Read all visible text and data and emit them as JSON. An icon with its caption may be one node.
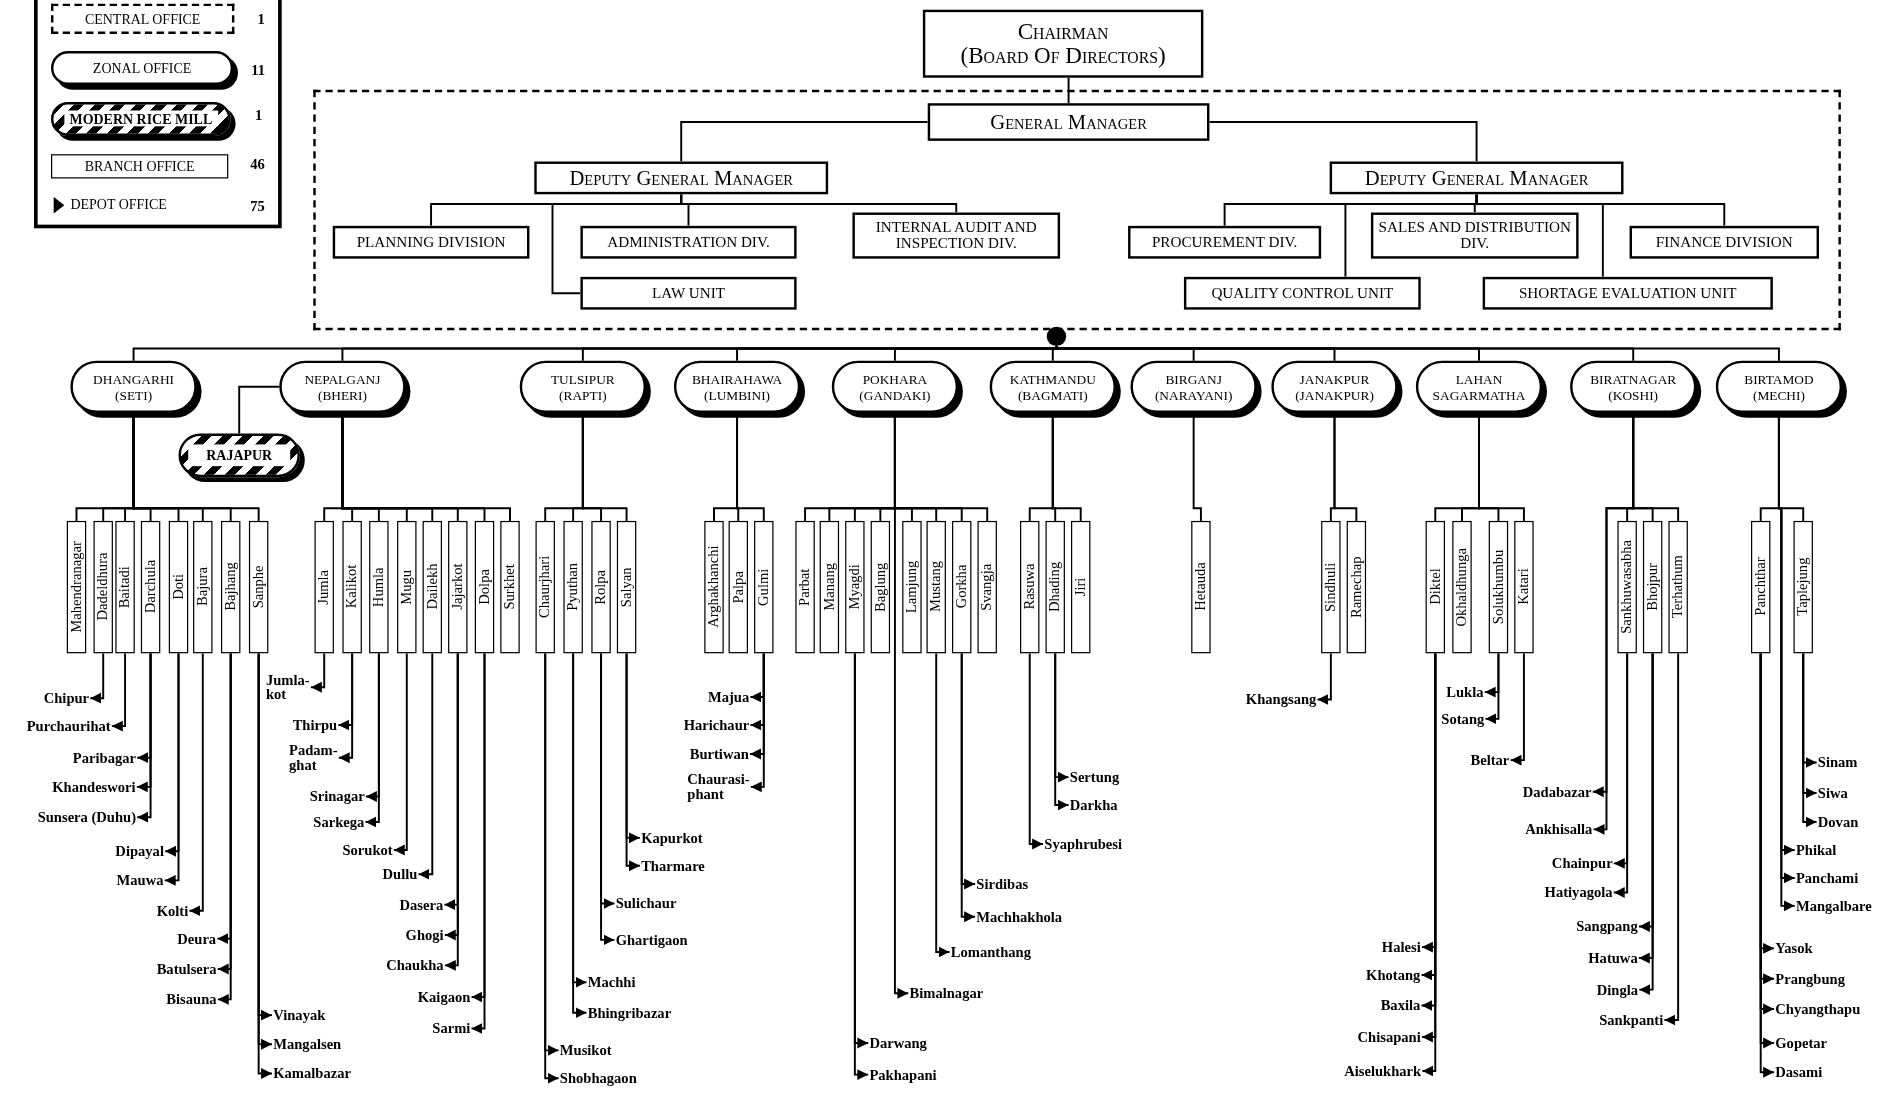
{
  "diagram": {
    "nodes": [
      {
        "text": [
          "Chairman",
          "(Board Of Directors)"
        ]
      },
      {
        "text": [],
        "shape": "box"
      },
      {
        "text": [
          "General Manager"
        ],
        "in": 1
      },
      {
        "text": [
          "Deputy General Manager"
        ],
        "in": 1
      },
      {
        "text": [
          "Deputy General Manager"
        ],
        "in": 1
      },
      {
        "text": [
          "PLANNING DIVISION"
        ],
        "in": 1
      },
      {
        "text": [
          "ADMINISTRATION DIV."
        ],
        "in": 1
      },
      {
        "text": [
          "INTERNAL AUDIT AND INSPECTION DIV."
        ],
        "in": 1
      },
      {
        "text": [
          "LAW UNIT"
        ],
        "in": 1
      },
      {
        "text": [
          "PROCUREMENT DIV."
        ],
        "in": 1
      },
      {
        "text": [
          "SALES AND DISTRIBUTION DIV."
        ],
        "in": 1
      },
      {
        "text": [
          "FINANCE DIVISION"
        ],
        "in": 1
      },
      {
        "text": [
          "QUALITY CONTROL UNIT"
        ],
        "in": 1
      },
      {
        "text": [
          "SHORTAGE EVALUATION UNIT"
        ],
        "in": 1
      },
      {
        "text": [],
        "shape": "circle"
      },
      {
        "text": [
          "DHANGARHI (SETI)"
        ]
      },
      {
        "text": [
          "NEPALGANJ (BHERI)"
        ]
      },
      {
        "text": [
          "TULSIPUR (RAPTI)"
        ]
      },
      {
        "text": [
          "BHAIRAHAWA (LUMBINI)"
        ]
      },
      {
        "text": [
          "POKHARA (GANDAKI)"
        ]
      },
      {
        "text": [
          "KATHMANDU (BAGMATI)"
        ]
      },
      {
        "text": [
          "BIRGANJ (NARAYANI)"
        ]
      },
      {
        "text": [
          "JANAKPUR (JANAKPUR)"
        ]
      },
      {
        "text": [
          "LAHAN SAGARMATHA"
        ]
      },
      {
        "text": [
          "BIRATNAGAR (KOSHI)"
        ]
      },
      {
        "text": [
          "BIRTAMOD (MECHI)"
        ]
      },
      {
        "text": [
          "RAJAPUR"
        ]
      },
      {
        "text": [
          "Mahendranagar"
        ]
      },
      {
        "text": [
          "Dadeldhura"
        ]
      },
      {
        "text": [
          "Baitadi"
        ]
      },
      {
        "text": [
          "Darchula"
        ]
      },
      {
        "text": [
          "Doti"
        ]
      },
      {
        "text": [
          "Bajura"
        ]
      },
      {
        "text": [
          "Bajhang"
        ]
      },
      {
        "text": [
          "Sanphe"
        ]
      },
      {
        "text": [
          "Jumla"
        ]
      },
      {
        "text": [
          "Kalikot"
        ]
      },
      {
        "text": [
          "Humla"
        ]
      },
      {
        "text": [
          "Mugu"
        ]
      },
      {
        "text": [
          "Dailekh"
        ]
      },
      {
        "text": [
          "Jajarkot"
        ]
      },
      {
        "text": [
          "Dolpa"
        ]
      },
      {
        "text": [
          "Surkhet"
        ]
      },
      {
        "text": [
          "Chaurjhari"
        ]
      },
      {
        "text": [
          "Pyuthan"
        ]
      },
      {
        "text": [
          "Rolpa"
        ]
      },
      {
        "text": [
          "Salyan"
        ]
      },
      {
        "text": [
          "Arghakhanchi"
        ]
      },
      {
        "text": [
          "Palpa"
        ]
      },
      {
        "text": [
          "Gulmi"
        ]
      },
      {
        "text": [
          "Parbat"
        ]
      },
      {
        "text": [
          "Manang"
        ]
      },
      {
        "text": [
          "Myagdi"
        ]
      },
      {
        "text": [
          "Baglung"
        ]
      },
      {
        "text": [
          "Lamjung"
        ]
      },
      {
        "text": [
          "Mustang"
        ]
      },
      {
        "text": [
          "Gorkha"
        ]
      },
      {
        "text": [
          "Svangja"
        ]
      },
      {
        "text": [
          "Rasuwa"
        ]
      },
      {
        "text": [
          "Dhading"
        ]
      },
      {
        "text": [
          "Jiri"
        ]
      },
      {
        "text": [
          "Hetauda"
        ]
      },
      {
        "text": [
          "Sindhuli"
        ]
      },
      {
        "text": [
          "Ramechap"
        ]
      },
      {
        "text": [
          "Diktel"
        ]
      },
      {
        "text": [
          "Okhaldhunga"
        ]
      },
      {
        "text": [
          "Solukhumbu"
        ]
      },
      {
        "text": [
          "Katari"
        ]
      },
      {
        "text": [
          "Sankhuwasabha"
        ]
      },
      {
        "text": [
          "Bhojpur"
        ]
      },
      {
        "text": [
          "Terhathum"
        ]
      },
      {
        "text": [
          "Panchthar"
        ]
      },
      {
        "text": [
          "Taplejung"
        ]
      },
      {
        "text": [
          "Chipur"
        ]
      },
      {
        "text": [
          "Purchaurihat"
        ]
      },
      {
        "text": [
          "Paribagar"
        ]
      },
      {
        "text": [
          "Khandeswori"
        ]
      },
      {
        "text": [
          "Sunsera (Duhu)"
        ]
      },
      {
        "text": [
          "Dipayal"
        ]
      },
      {
        "text": [
          "Mauwa"
        ]
      },
      {
        "text": [
          "Kolti"
        ]
      },
      {
        "text": [
          "Deura"
        ]
      },
      {
        "text": [
          "Batulsera"
        ]
      },
      {
        "text": [
          "Bisauna"
        ]
      },
      {
        "text": [
          "Vinayak"
        ]
      },
      {
        "text": [
          "Mangalsen"
        ]
      },
      {
        "text": [
          "Kamalbazar"
        ]
      },
      {
        "text": [
          "Jumla-kot"
        ]
      },
      {
        "text": [
          "Thirpu"
        ]
      },
      {
        "text": [
          "Padam-ghat"
        ]
      },
      {
        "text": [
          "Srinagar"
        ]
      },
      {
        "text": [
          "Sarkega"
        ]
      },
      {
        "text": [
          "Sorukot"
        ]
      },
      {
        "text": [
          "Dullu"
        ]
      },
      {
        "text": [
          "Dasera"
        ]
      },
      {
        "text": [
          "Ghogi"
        ]
      },
      {
        "text": [
          "Chaukha"
        ]
      },
      {
        "text": [
          "Kaigaon"
        ]
      },
      {
        "text": [
          "Sarmi"
        ]
      },
      {
        "text": [
          "Musikot"
        ]
      },
      {
        "text": [
          "Shobhagaon"
        ]
      },
      {
        "text": [
          "Machhi"
        ]
      },
      {
        "text": [
          "Bhingribazar"
        ]
      },
      {
        "text": [
          "Sulichaur"
        ]
      },
      {
        "text": [
          "Ghartigaon"
        ]
      },
      {
        "text": [
          "Kapurkot"
        ]
      },
      {
        "text": [
          "Tharmare"
        ]
      },
      {
        "text": [
          "Majua"
        ]
      },
      {
        "text": [
          "Harichaur"
        ]
      },
      {
        "text": [
          "Burtiwan"
        ]
      },
      {
        "text": [
          "Chaurasi-phant"
        ]
      },
      {
        "text": [
          "Darwang"
        ]
      },
      {
        "text": [
          "Pakhapani"
        ]
      },
      {
        "text": [
          "Bimalnagar"
        ]
      },
      {
        "text": [
          "Lomanthang"
        ]
      },
      {
        "text": [
          "Sirdibas"
        ]
      },
      {
        "text": [
          "Machhakhola"
        ]
      },
      {
        "text": [
          "Syaphrubesi"
        ]
      },
      {
        "text": [
          "Sertung"
        ]
      },
      {
        "text": [
          "Darkha"
        ]
      },
      {
        "text": [
          "Khangsang"
        ]
      },
      {
        "text": [
          "Halesi"
        ]
      },
      {
        "text": [
          "Khotang"
        ]
      },
      {
        "text": [
          "Baxila"
        ]
      },
      {
        "text": [
          "Chisapani"
        ]
      },
      {
        "text": [
          "Aiselukhark"
        ]
      },
      {
        "text": [
          "Lukla"
        ]
      },
      {
        "text": [
          "Sotang"
        ]
      },
      {
        "text": [
          "Beltar"
        ]
      },
      {
        "text": [
          "Dadabazar"
        ]
      },
      {
        "text": [
          "Ankhisalla"
        ]
      },
      {
        "text": [
          "Chainpur"
        ]
      },
      {
        "text": [
          "Hatiyagola"
        ]
      },
      {
        "text": [
          "Sangpang"
        ]
      },
      {
        "text": [
          "Hatuwa"
        ]
      },
      {
        "text": [
          "Dingla"
        ]
      },
      {
        "text": [
          "Sankpanti"
        ]
      },
      {
        "text": [
          "Yasok"
        ]
      },
      {
        "text": [
          "Prangbung"
        ]
      },
      {
        "text": [
          "Chyangthapu"
        ]
      },
      {
        "text": [
          "Gopetar"
        ]
      },
      {
        "text": [
          "Dasami"
        ]
      },
      {
        "text": [
          "Phikal"
        ]
      },
      {
        "text": [
          "Panchami"
        ]
      },
      {
        "text": [
          "Mangalbare"
        ]
      },
      {
        "text": [
          "Sinam"
        ]
      },
      {
        "text": [
          "Siwa"
        ]
      },
      {
        "text": [
          "Dovan"
        ]
      }
    ],
    "edges": [
      {
        "from": 0,
        "to": 2,
        "arrow": "none"
      },
      {
        "from": 2,
        "to": 3,
        "arrow": "none"
      },
      {
        "from": 2,
        "to": 4,
        "arrow": "none"
      },
      {
        "from": 3,
        "to": 5,
        "arrow": "none"
      },
      {
        "from": 3,
        "to": 6,
        "arrow": "none"
      },
      {
        "from": 3,
        "to": 7,
        "arrow": "none"
      },
      {
        "from": 3,
        "to": 8,
        "arrow": "none"
      },
      {
        "from": 4,
        "to": 9,
        "arrow": "none"
      },
      {
        "from": 4,
        "to": 10,
        "arrow": "none"
      },
      {
        "from": 4,
        "to": 11,
        "arrow": "none"
      },
      {
        "from": 4,
        "to": 12,
        "arrow": "none"
      },
      {
        "from": 4,
        "to": 13,
        "arrow": "none"
      },
      {
        "from": 14,
        "to": 15,
        "arrow": "none"
      },
      {
        "from": 14,
        "to": 16,
        "arrow": "none"
      },
      {
        "from": 14,
        "to": 17,
        "arrow": "none"
      },
      {
        "from": 14,
        "to": 18,
        "arrow": "none"
      },
      {
        "from": 14,
        "to": 19,
        "arrow": "none"
      },
      {
        "from": 14,
        "to": 20,
        "arrow": "none"
      },
      {
        "from": 14,
        "to": 21,
        "arrow": "none"
      },
      {
        "from": 14,
        "to": 22,
        "arrow": "none"
      },
      {
        "from": 14,
        "to": 23,
        "arrow": "none"
      },
      {
        "from": 14,
        "to": 24,
        "arrow": "none"
      },
      {
        "from": 14,
        "to": 25,
        "arrow": "none"
      },
      {
        "from": 16,
        "to": 26,
        "arrow": "none"
      },
      {
        "from": 15,
        "to": 27,
        "arrow": "none"
      },
      {
        "from": 15,
        "to": 28,
        "arrow": "none"
      },
      {
        "from": 15,
        "to": 29,
        "arrow": "none"
      },
      {
        "from": 15,
        "to": 30,
        "arrow": "none"
      },
      {
        "from": 15,
        "to": 31,
        "arrow": "none"
      },
      {
        "from": 15,
        "to": 32,
        "arrow": "none"
      },
      {
        "from": 15,
        "to": 33,
        "arrow": "none"
      },
      {
        "from": 15,
        "to": 34,
        "arrow": "none"
      },
      {
        "from": 16,
        "to": 35,
        "arrow": "none"
      },
      {
        "from": 16,
        "to": 36,
        "arrow": "none"
      },
      {
        "from": 16,
        "to": 37,
        "arrow": "none"
      },
      {
        "from": 16,
        "to": 38,
        "arrow": "none"
      },
      {
        "from": 16,
        "to": 39,
        "arrow": "none"
      },
      {
        "from": 16,
        "to": 40,
        "arrow": "none"
      },
      {
        "from": 16,
        "to": 41,
        "arrow": "none"
      },
      {
        "from": 16,
        "to": 42,
        "arrow": "none"
      },
      {
        "from": 17,
        "to": 43,
        "arrow": "none"
      },
      {
        "from": 17,
        "to": 44,
        "arrow": "none"
      },
      {
        "from": 17,
        "to": 45,
        "arrow": "none"
      },
      {
        "from": 17,
        "to": 46,
        "arrow": "none"
      },
      {
        "from": 18,
        "to": 47,
        "arrow": "none"
      },
      {
        "from": 18,
        "to": 48,
        "arrow": "none"
      },
      {
        "from": 18,
        "to": 49,
        "arrow": "none"
      },
      {
        "from": 19,
        "to": 50,
        "arrow": "none"
      },
      {
        "from": 19,
        "to": 51,
        "arrow": "none"
      },
      {
        "from": 19,
        "to": 52,
        "arrow": "none"
      },
      {
        "from": 19,
        "to": 53,
        "arrow": "none"
      },
      {
        "from": 19,
        "to": 54,
        "arrow": "none"
      },
      {
        "from": 19,
        "to": 55,
        "arrow": "none"
      },
      {
        "from": 19,
        "to": 56,
        "arrow": "none"
      },
      {
        "from": 19,
        "to": 57,
        "arrow": "none"
      },
      {
        "from": 20,
        "to": 58,
        "arrow": "none"
      },
      {
        "from": 20,
        "to": 59,
        "arrow": "none"
      },
      {
        "from": 20,
        "to": 60,
        "arrow": "none"
      },
      {
        "from": 21,
        "to": 61,
        "arrow": "none"
      },
      {
        "from": 22,
        "to": 62,
        "arrow": "none"
      },
      {
        "from": 22,
        "to": 63,
        "arrow": "none"
      },
      {
        "from": 23,
        "to": 64,
        "arrow": "none"
      },
      {
        "from": 23,
        "to": 65,
        "arrow": "none"
      },
      {
        "from": 23,
        "to": 66,
        "arrow": "none"
      },
      {
        "from": 23,
        "to": 67,
        "arrow": "none"
      },
      {
        "from": 24,
        "to": 68,
        "arrow": "none"
      },
      {
        "from": 24,
        "to": 69,
        "arrow": "none"
      },
      {
        "from": 24,
        "to": 70,
        "arrow": "none"
      },
      {
        "from": 25,
        "to": 71,
        "arrow": "none"
      },
      {
        "from": 25,
        "to": 72,
        "arrow": "none"
      },
      {
        "from": 28,
        "to": 73,
        "arrow": "to"
      },
      {
        "from": 29,
        "to": 74,
        "arrow": "to"
      },
      {
        "from": 30,
        "to": 75,
        "arrow": "to"
      },
      {
        "from": 30,
        "to": 76,
        "arrow": "to"
      },
      {
        "from": 30,
        "to": 77,
        "arrow": "to"
      },
      {
        "from": 31,
        "to": 78,
        "arrow": "to"
      },
      {
        "from": 31,
        "to": 79,
        "arrow": "to"
      },
      {
        "from": 32,
        "to": 80,
        "arrow": "to"
      },
      {
        "from": 33,
        "to": 81,
        "arrow": "to"
      },
      {
        "from": 33,
        "to": 82,
        "arrow": "to"
      },
      {
        "from": 33,
        "to": 83,
        "arrow": "to"
      },
      {
        "from": 34,
        "to": 84,
        "arrow": "to"
      },
      {
        "from": 34,
        "to": 85,
        "arrow": "to"
      },
      {
        "from": 34,
        "to": 86,
        "arrow": "to"
      },
      {
        "from": 35,
        "to": 87,
        "arrow": "to"
      },
      {
        "from": 36,
        "to": 88,
        "arrow": "to"
      },
      {
        "from": 36,
        "to": 89,
        "arrow": "to"
      },
      {
        "from": 37,
        "to": 90,
        "arrow": "to"
      },
      {
        "from": 37,
        "to": 91,
        "arrow": "to"
      },
      {
        "from": 38,
        "to": 92,
        "arrow": "to"
      },
      {
        "from": 39,
        "to": 93,
        "arrow": "to"
      },
      {
        "from": 40,
        "to": 94,
        "arrow": "to"
      },
      {
        "from": 40,
        "to": 95,
        "arrow": "to"
      },
      {
        "from": 40,
        "to": 96,
        "arrow": "to"
      },
      {
        "from": 41,
        "to": 97,
        "arrow": "to"
      },
      {
        "from": 41,
        "to": 98,
        "arrow": "to"
      },
      {
        "from": 43,
        "to": 99,
        "arrow": "to"
      },
      {
        "from": 43,
        "to": 100,
        "arrow": "to"
      },
      {
        "from": 44,
        "to": 101,
        "arrow": "to"
      },
      {
        "from": 44,
        "to": 102,
        "arrow": "to"
      },
      {
        "from": 45,
        "to": 103,
        "arrow": "to"
      },
      {
        "from": 45,
        "to": 104,
        "arrow": "to"
      },
      {
        "from": 46,
        "to": 105,
        "arrow": "to"
      },
      {
        "from": 46,
        "to": 106,
        "arrow": "to"
      },
      {
        "from": 49,
        "to": 107,
        "arrow": "to"
      },
      {
        "from": 49,
        "to": 108,
        "arrow": "to"
      },
      {
        "from": 49,
        "to": 109,
        "arrow": "to"
      },
      {
        "from": 49,
        "to": 110,
        "arrow": "to"
      },
      {
        "from": 52,
        "to": 111,
        "arrow": "to"
      },
      {
        "from": 52,
        "to": 112,
        "arrow": "to"
      },
      {
        "from": 19,
        "to": 113,
        "arrow": "to"
      },
      {
        "from": 55,
        "to": 114,
        "arrow": "to"
      },
      {
        "from": 56,
        "to": 115,
        "arrow": "to"
      },
      {
        "from": 56,
        "to": 116,
        "arrow": "to"
      },
      {
        "from": 58,
        "to": 117,
        "arrow": "to"
      },
      {
        "from": 59,
        "to": 118,
        "arrow": "to"
      },
      {
        "from": 59,
        "to": 119,
        "arrow": "to"
      },
      {
        "from": 62,
        "to": 120,
        "arrow": "to"
      },
      {
        "from": 64,
        "to": 121,
        "arrow": "to"
      },
      {
        "from": 64,
        "to": 122,
        "arrow": "to"
      },
      {
        "from": 64,
        "to": 123,
        "arrow": "to"
      },
      {
        "from": 64,
        "to": 124,
        "arrow": "to"
      },
      {
        "from": 64,
        "to": 125,
        "arrow": "to"
      },
      {
        "from": 66,
        "to": 126,
        "arrow": "to"
      },
      {
        "from": 66,
        "to": 127,
        "arrow": "to"
      },
      {
        "from": 67,
        "to": 128,
        "arrow": "to"
      },
      {
        "from": 24,
        "to": 129,
        "arrow": "to"
      },
      {
        "from": 24,
        "to": 130,
        "arrow": "to"
      },
      {
        "from": 68,
        "to": 131,
        "arrow": "to"
      },
      {
        "from": 68,
        "to": 132,
        "arrow": "to"
      },
      {
        "from": 69,
        "to": 133,
        "arrow": "to"
      },
      {
        "from": 69,
        "to": 134,
        "arrow": "to"
      },
      {
        "from": 69,
        "to": 135,
        "arrow": "to"
      },
      {
        "from": 70,
        "to": 136,
        "arrow": "to"
      },
      {
        "from": 71,
        "to": 137,
        "arrow": "to"
      },
      {
        "from": 71,
        "to": 138,
        "arrow": "to"
      },
      {
        "from": 71,
        "to": 139,
        "arrow": "to"
      },
      {
        "from": 71,
        "to": 140,
        "arrow": "to"
      },
      {
        "from": 71,
        "to": 141,
        "arrow": "to"
      },
      {
        "from": 25,
        "to": 142,
        "arrow": "to"
      },
      {
        "from": 25,
        "to": 143,
        "arrow": "to"
      },
      {
        "from": 25,
        "to": 144,
        "arrow": "to"
      },
      {
        "from": 72,
        "to": 145,
        "arrow": "to"
      },
      {
        "from": 72,
        "to": 146,
        "arrow": "to"
      },
      {
        "from": 72,
        "to": 147,
        "arrow": "to"
      }
    ],
    "labels": [
      "1",
      "11",
      "1",
      "46",
      "75"
    ],
    "legend": [
      {
        "text": "CENTRAL OFFICE"
      },
      {
        "text": "ZONAL OFFICE"
      },
      {
        "text": "MODERN RICE MILL"
      },
      {
        "text": "BRANCH OFFICE"
      },
      {
        "text": "DEPOT OFFICE"
      }
    ]
  }
}
